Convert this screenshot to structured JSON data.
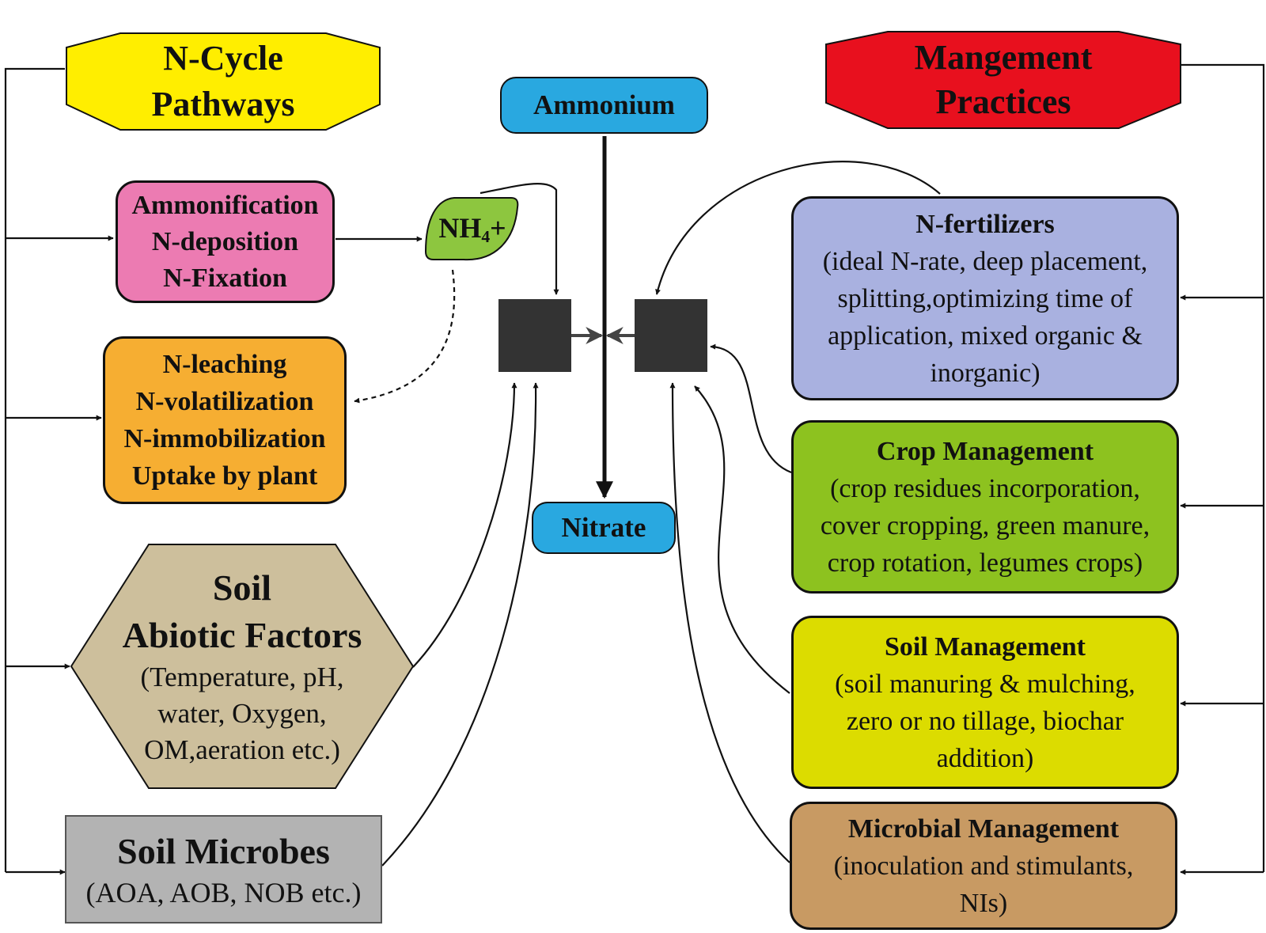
{
  "left_header": {
    "line1": "N-Cycle",
    "line2": "Pathways",
    "color": "#FFEE00"
  },
  "right_header": {
    "line1": "Mangement",
    "line2": "Practices",
    "color": "#E8101E"
  },
  "center": {
    "top": {
      "label": "Ammonium",
      "color": "#29A8E0"
    },
    "bottom": {
      "label": "Nitrate",
      "color": "#29A8E0"
    }
  },
  "nh4": {
    "prefix": "NH",
    "sub": "4",
    "suffix": "+",
    "color": "#8DC63F"
  },
  "pathways": {
    "gain": {
      "lines": [
        "Ammonification",
        "N-deposition",
        "N-Fixation"
      ],
      "color": "#EC7BB2"
    },
    "loss": {
      "lines": [
        "N-leaching",
        "N-volatilization",
        "N-immobilization",
        "Uptake by plant"
      ],
      "color": "#F6AE32"
    }
  },
  "soil_abiotic": {
    "title1": "Soil",
    "title2": "Abiotic Factors",
    "lines": [
      "(Temperature, pH,",
      "water, Oxygen,",
      "OM,aeration etc.)"
    ],
    "color": "#CDBF9C"
  },
  "soil_microbes": {
    "title": "Soil Microbes",
    "detail": "(AOA, AOB, NOB etc.)",
    "color": "#B3B3B3"
  },
  "practices": {
    "fertilizers": {
      "title": "N-fertilizers",
      "lines": [
        "(ideal N-rate, deep placement,",
        "splitting,optimizing time of",
        "application, mixed organic &",
        "inorganic)"
      ],
      "color": "#A9B1E0"
    },
    "crop": {
      "title": "Crop Management",
      "lines": [
        "(crop residues incorporation,",
        "cover cropping, green manure,",
        "crop rotation, legumes crops)"
      ],
      "color": "#8DC21F"
    },
    "soil": {
      "title": "Soil Management",
      "lines": [
        "(soil manuring & mulching,",
        "zero or no tillage, biochar",
        "addition)"
      ],
      "color": "#DCDC00"
    },
    "microbial": {
      "title": "Microbial Management",
      "lines": [
        "(inoculation and stimulants,",
        "NIs)"
      ],
      "color": "#C89A63"
    }
  }
}
